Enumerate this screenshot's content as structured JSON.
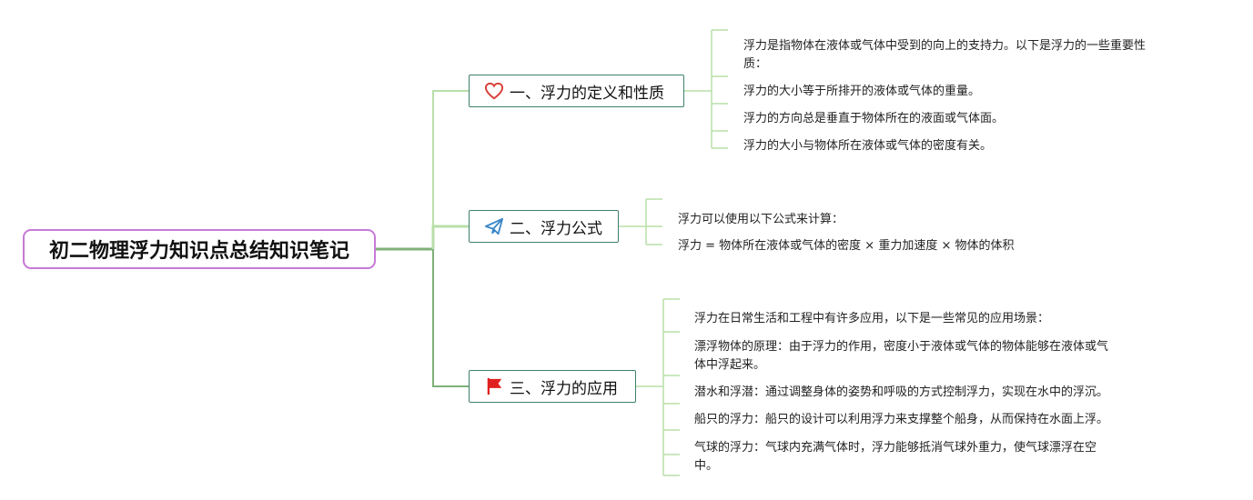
{
  "root": {
    "title": "初二物理浮力知识点总结知识笔记"
  },
  "branches": [
    {
      "label": "一、浮力的定义和性质",
      "icon": "heart-icon",
      "icon_color": "#d8413a",
      "leaves": [
        "浮力是指物体在液体或气体中受到的向上的支持力。以下是浮力的一些重要性",
        "质：",
        "浮力的大小等于所排开的液体或气体的重量。",
        "浮力的方向总是垂直于物体所在的液面或气体面。",
        "浮力的大小与物体所在液体或气体的密度有关。"
      ]
    },
    {
      "label": "二、浮力公式",
      "icon": "paper-plane-icon",
      "icon_color": "#3a86c8",
      "leaves": [
        "浮力可以使用以下公式来计算：",
        "浮力 = 物体所在液体或气体的密度 × 重力加速度 × 物体的体积"
      ]
    },
    {
      "label": "三、浮力的应用",
      "icon": "red-flag-icon",
      "icon_color": "#e02020",
      "leaves": [
        "浮力在日常生活和工程中有许多应用，以下是一些常见的应用场景：",
        "漂浮物体的原理：由于浮力的作用，密度小于液体或气体的物体能够在液体或气",
        "体中浮起来。",
        "潜水和浮潜：通过调整身体的姿势和呼吸的方式控制浮力，实现在水中的浮沉。",
        "船只的浮力：船只的设计可以利用浮力来支撑整个船身，从而保持在水面上浮。",
        "气球的浮力：气球内充满气体时，浮力能够抵消气球外重力，使气球漂浮在空",
        "中。"
      ]
    }
  ],
  "colors": {
    "root_border": "#c77ad6",
    "branch_border": "#3f7f6f",
    "connector_main": "#7fb07a",
    "connector_light": "#b9dfa8"
  }
}
